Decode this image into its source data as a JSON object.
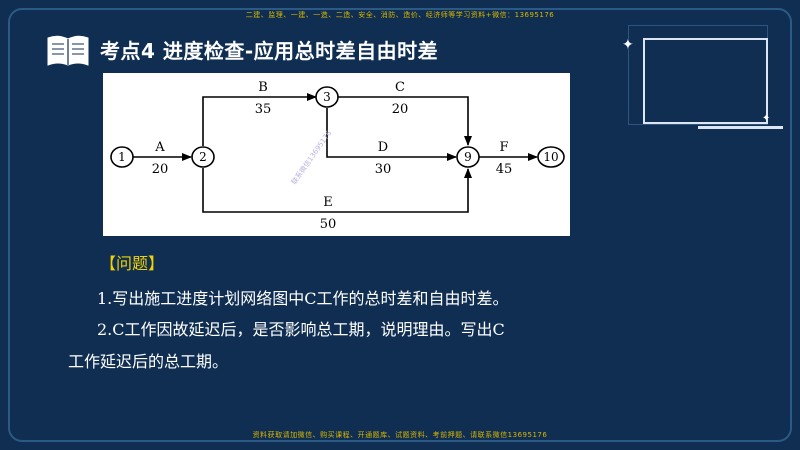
{
  "watermark": {
    "top": "二建、监理、一建、一造、二造、安全、消防、造价、经济师等学习资料+微信：13695176",
    "bottom": "资料获取请加微信、购买课程、开通题库、试题资料、考前押题、请联系微信13695176"
  },
  "header": {
    "title": "考点4  进度检查-应用总时差自由时差",
    "icon": "book-icon"
  },
  "network": {
    "nodes": [
      "1",
      "2",
      "3",
      "9",
      "10"
    ],
    "activities": [
      {
        "name": "A",
        "duration": "20"
      },
      {
        "name": "B",
        "duration": "35"
      },
      {
        "name": "C",
        "duration": "20"
      },
      {
        "name": "D",
        "duration": "30"
      },
      {
        "name": "E",
        "duration": "50"
      },
      {
        "name": "F",
        "duration": "45"
      }
    ],
    "diagram_watermark": "联系微信13695176"
  },
  "questions": {
    "heading": "【问题】",
    "q1": "1.写出施工进度计划网络图中C工作的总时差和自由时差。",
    "q2a": "2.C工作因故延迟后，是否影响总工期，说明理由。写出C",
    "q2b": "工作延迟后的总工期。"
  },
  "colors": {
    "background": "#0f2e52",
    "highlight": "#f2d300",
    "watermark": "#d9b700"
  }
}
